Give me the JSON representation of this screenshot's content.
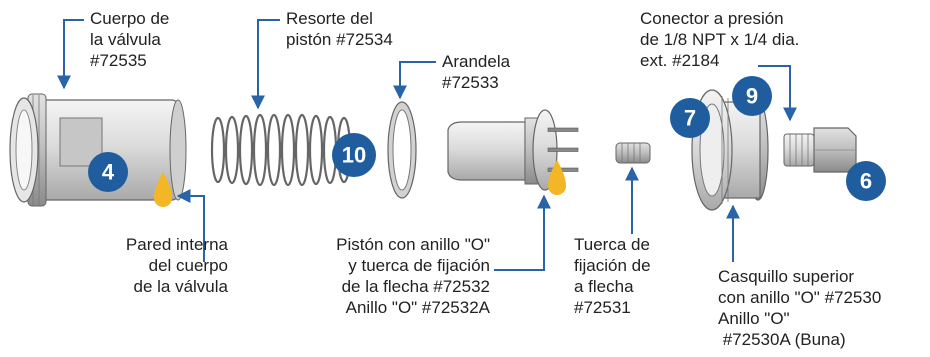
{
  "labels": {
    "valve_body": "Cuerpo de\nla válvula\n#72535",
    "piston_spring": "Resorte del\npistón #72534",
    "washer": "Arandela\n#72533",
    "connector": "Conector a presión\nde 1/8 NPT x 1/4 dia.\next. #2184",
    "inner_wall": "Pared interna\ndel cuerpo\nde la válvula",
    "piston": "Pistón con anillo \"O\"\ny tuerca de fijación\nde la flecha #72532\nAnillo \"O\" #72532A",
    "lock_nut": "Tuerca de\nfijación de\na flecha\n#72531",
    "top_bushing": "Casquillo superior\ncon anillo \"O\" #72530\nAnillo \"O\"\n #72530A (Buna)"
  },
  "badges": {
    "valve_body": "4",
    "spring": "10",
    "bushing_left": "7",
    "bushing_top": "9",
    "connector": "6"
  },
  "colors": {
    "badge_fill": "#1f5d9e",
    "leader_line": "#2a64a8",
    "lubricant_drop": "#f2b627",
    "part_outline": "#555555",
    "text": "#222222"
  }
}
